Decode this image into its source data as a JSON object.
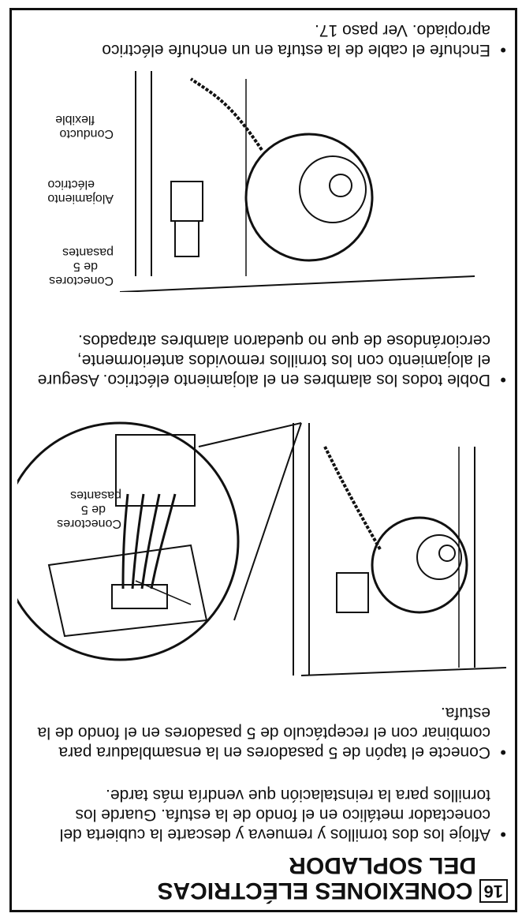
{
  "step": {
    "number": "16",
    "title_line1": "CONEXIONES ELÉCTRICAS",
    "title_line2": "DEL SOPLADOR"
  },
  "bullets": [
    "Afloje los dos tornillos y remueva y descarte la cubierta del conectador metálico en el fondo de la estufa. Guarde los tornillos para la reinstalación que vendría más tarde.",
    "Conecte el tapón de 5 pasadores en la ensambladura para combinar con el receptáculo de 5 pasadores en el fondo de la estufa.",
    "Doble todos los alambres en el alojamiento eléctrico. Asegure el alojamiento con los tornillos removidos anteriormente, cerciorándose de que no quedaron alambres atrapados.",
    "Enchufe el cable de la estufa en un enchufe eléctrico apropiado. Ver paso 17."
  ],
  "figure1": {
    "connector_label": [
      "Conectores",
      "de 5",
      "pasantes"
    ]
  },
  "figure2": {
    "connector_label": [
      "Conectores",
      "de 5",
      "pasantes"
    ],
    "housing_label": [
      "Alojamiento",
      "eléctrico"
    ],
    "conduit_label": [
      "Conducto",
      "flexible"
    ]
  }
}
